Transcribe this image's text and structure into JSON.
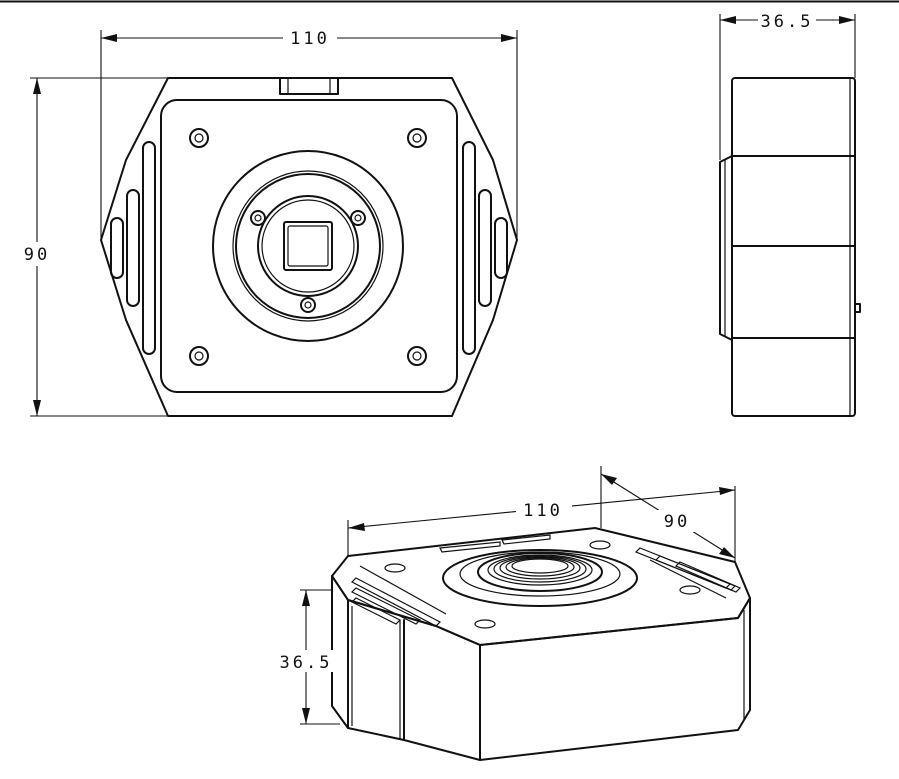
{
  "dimensions": {
    "front_width": "110",
    "front_height": "90",
    "side_depth": "36.5",
    "iso_width": "110",
    "iso_depth": "90",
    "iso_height": "36.5"
  },
  "colors": {
    "line": "#111111",
    "background": "#ffffff"
  }
}
